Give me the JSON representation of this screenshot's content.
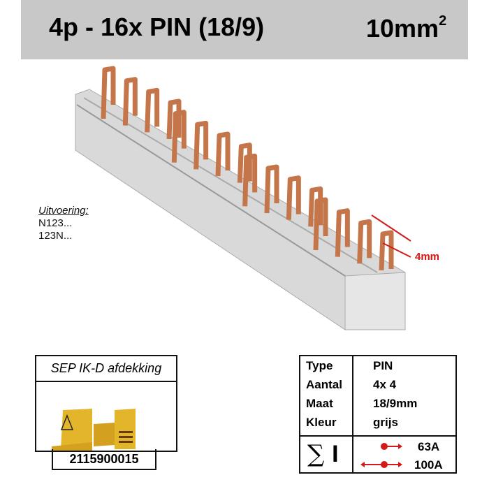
{
  "header": {
    "title": "4p - 16x PIN (18/9)",
    "cross_section": "10mm",
    "cross_section_sup": "2"
  },
  "variants": {
    "label": "Uitvoering:",
    "items": [
      "N123...",
      "123N..."
    ]
  },
  "dimension_label": "4mm",
  "cover": {
    "title": "SEP IK-D afdekking",
    "article_number": "2115900015"
  },
  "specs": {
    "rows": [
      {
        "label": "Type",
        "value": "PIN"
      },
      {
        "label": "Aantal",
        "value": "4x 4"
      },
      {
        "label": "Maat",
        "value": "18/9mm"
      },
      {
        "label": "Kleur",
        "value": "grijs"
      }
    ],
    "current_symbol": "∑",
    "current_letter": "I",
    "ratings": [
      {
        "feed": "end",
        "value": "63A"
      },
      {
        "feed": "center",
        "value": "100A"
      }
    ]
  },
  "colors": {
    "header_bg": "#c8c8c8",
    "copper": "#c4764a",
    "accent_red": "#d11a1a",
    "cover_yellow": "#e3b52a"
  }
}
